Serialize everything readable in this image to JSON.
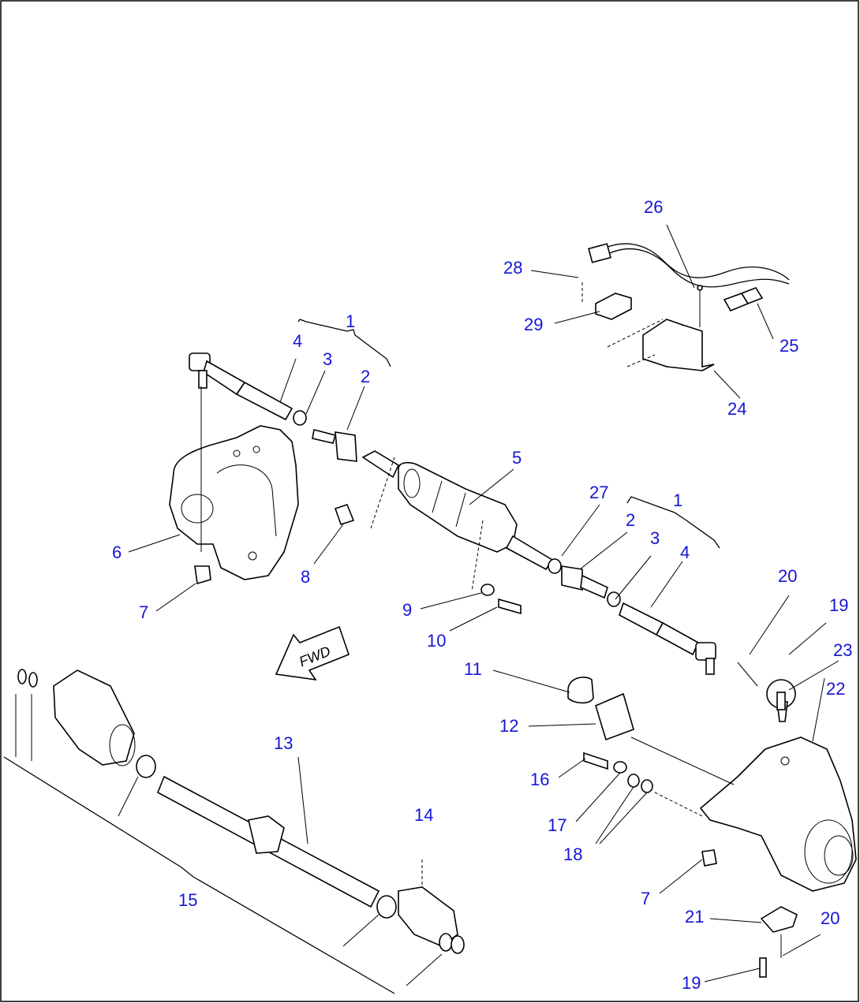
{
  "diagram": {
    "fwd_label": "FWD",
    "callouts": {
      "c1a": "1",
      "c4a": "4",
      "c3a": "3",
      "c2a": "2",
      "c5": "5",
      "c27": "27",
      "c1b": "1",
      "c2b": "2",
      "c3b": "3",
      "c4b": "4",
      "c6": "6",
      "c7a": "7",
      "c8": "8",
      "c9": "9",
      "c10": "10",
      "c11": "11",
      "c12": "12",
      "c13": "13",
      "c14": "14",
      "c15": "15",
      "c16": "16",
      "c17": "17",
      "c18": "18",
      "c19a": "19",
      "c19b": "19",
      "c20a": "20",
      "c20b": "20",
      "c21": "21",
      "c22": "22",
      "c23": "23",
      "c24": "24",
      "c25": "25",
      "c26": "26",
      "c28": "28",
      "c29": "29",
      "c7b": "7"
    }
  }
}
